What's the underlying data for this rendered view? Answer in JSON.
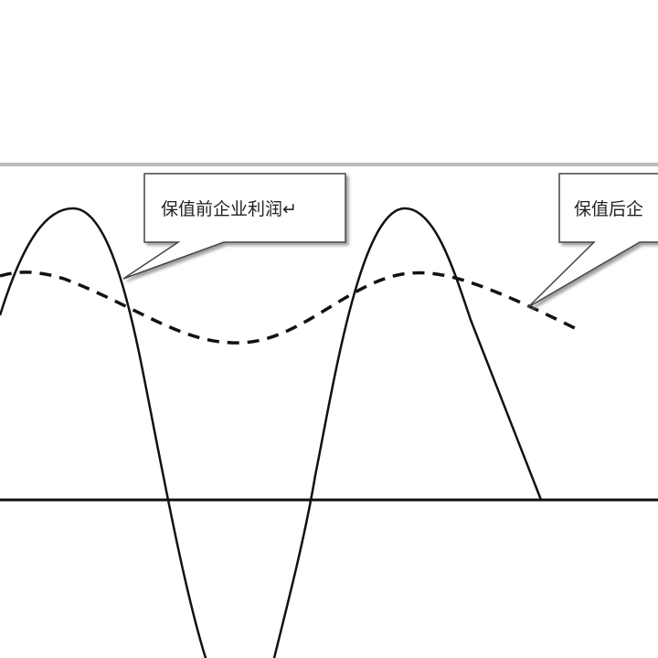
{
  "diagram": {
    "callouts": [
      {
        "text": "保值前企业利润↵",
        "target": "solid-curve"
      },
      {
        "text": "保值后企",
        "target": "dashed-curve"
      }
    ],
    "colors": {
      "line": "#111111",
      "frame": "#b8bcc4",
      "box_border": "#444444"
    }
  }
}
